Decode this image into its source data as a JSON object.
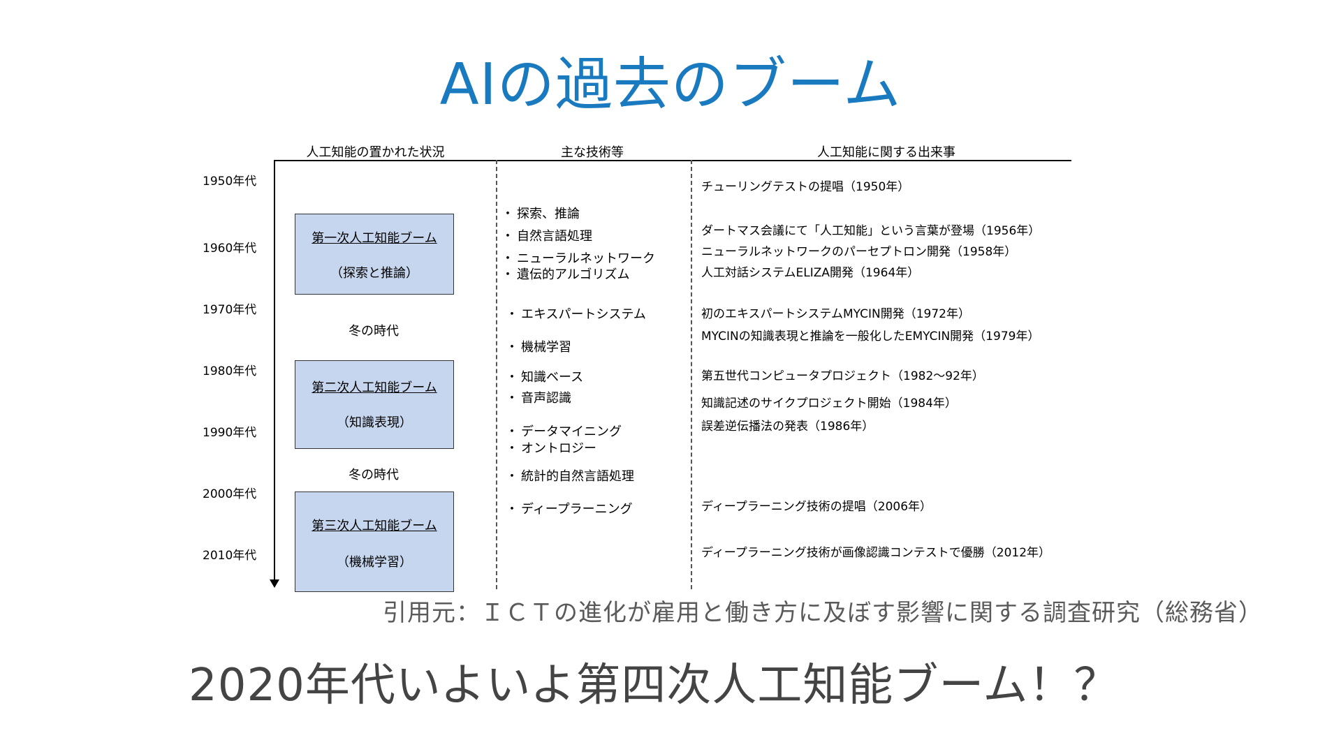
{
  "title": "AIの過去のブーム",
  "headers": {
    "situation": "人工知能の置かれた状況",
    "technology": "主な技術等",
    "events": "人工知能に関する出来事"
  },
  "decades": [
    "1950年代",
    "1960年代",
    "1970年代",
    "1980年代",
    "1990年代",
    "2000年代",
    "2010年代"
  ],
  "booms": [
    {
      "name": "第一次人工知能ブーム",
      "sub": "（探索と推論）"
    },
    {
      "name": "第二次人工知能ブーム",
      "sub": "（知識表現）"
    },
    {
      "name": "第三次人工知能ブーム",
      "sub": "（機械学習）"
    }
  ],
  "winters": [
    "冬の時代",
    "冬の時代"
  ],
  "bullet": "・",
  "technologies": [
    "探索、推論",
    "自然言語処理",
    "ニューラルネットワーク",
    "遺伝的アルゴリズム",
    "エキスパートシステム",
    "機械学習",
    "知識ベース",
    "音声認識",
    "データマイニング",
    "オントロジー",
    "統計的自然言語処理",
    "ディープラーニング"
  ],
  "events": [
    "チューリングテストの提唱（1950年）",
    "ダートマス会議にて「人工知能」という言葉が登場（1956年）",
    "ニューラルネットワークのパーセプトロン開発（1958年）",
    "人工対話システムELIZA開発（1964年）",
    "初のエキスパートシステムMYCIN開発（1972年）",
    "MYCINの知識表現と推論を一般化したEMYCIN開発（1979年）",
    "第五世代コンピュータプロジェクト（1982～92年）",
    "知識記述のサイクプロジェクト開始（1984年）",
    "誤差逆伝播法の発表（1986年）",
    "ディープラーニング技術の提唱（2006年）",
    "ディープラーニング技術が画像認識コンテストで優勝（2012年）"
  ],
  "source": "引用元：ＩＣＴの進化が雇用と働き方に及ぼす影響に関する調査研究（総務省）",
  "headline": "2020年代いよいよ第四次人工知能ブーム！？",
  "colors": {
    "title": "#1a7abf",
    "boom_box": "#c6d6ee",
    "source_text": "#5a5a5a",
    "headline_text": "#444444"
  }
}
